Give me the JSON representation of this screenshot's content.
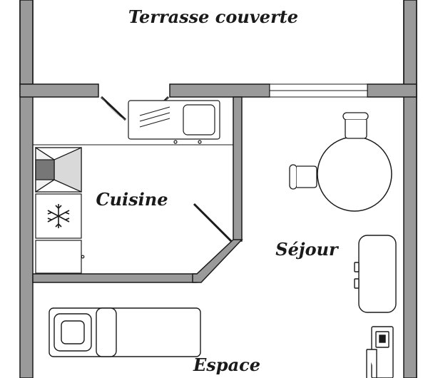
{
  "plan": {
    "rooms": {
      "terrace": "Terrasse couverte",
      "kitchen": "Cuisine",
      "living": "Séjour",
      "space": "Espace"
    }
  }
}
